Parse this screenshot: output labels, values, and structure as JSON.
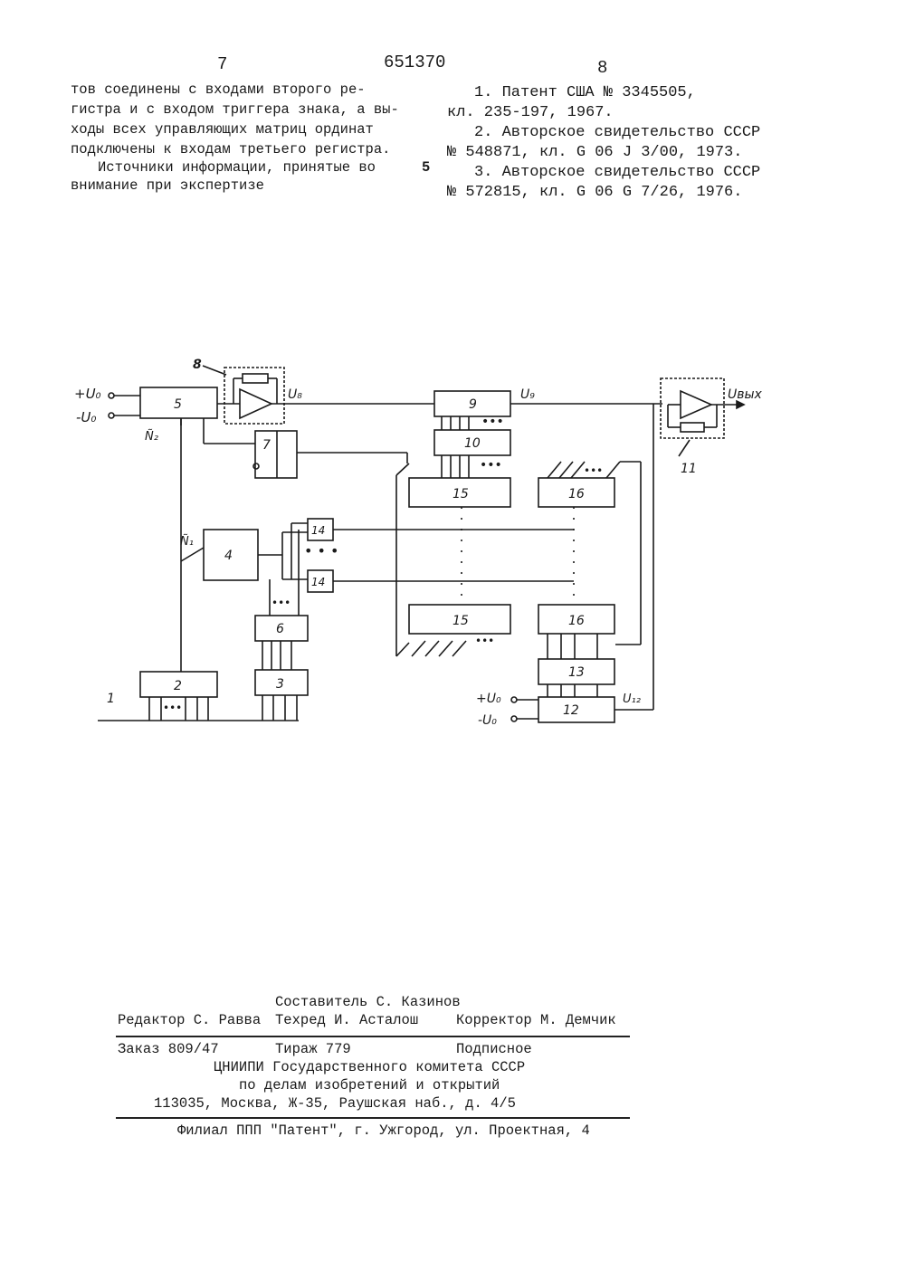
{
  "header": {
    "page_left": "7",
    "patent_number": "651370",
    "page_right": "8",
    "line_marker": "5"
  },
  "left_column": {
    "lines": [
      "тов   соединены с входами второго ре-",
      "гистра и с входом триггера знака, а вы-",
      "ходы всех управляющих матриц ординат",
      "подключены к входам третьего регистра.",
      "Источники информации, принятые во",
      "внимание при экспертизе"
    ]
  },
  "right_column": {
    "lines": [
      "1. Патент США № 3345505,",
      "кл. 235-197, 1967.",
      "2. Авторское свидетельство СССР",
      "№ 548871, кл. G 06 J 3/00, 1973.",
      "3.  Авторское свидетельство СССР",
      "№ 572815, кл. G 06 G 7/26, 1976."
    ]
  },
  "diagram": {
    "block_labels": {
      "b2": "2",
      "b3": "3",
      "b4": "4",
      "b5": "5",
      "b6": "6",
      "b7": "7",
      "b9": "9",
      "b10": "10",
      "b12": "12",
      "b13": "13",
      "b14a": "14",
      "b14b": "14",
      "b15a": "15",
      "b15b": "15",
      "b16a": "16",
      "b16b": "16"
    },
    "callouts": {
      "c1": "1",
      "c8": "8",
      "c11": "11"
    },
    "signals": {
      "plus_u0_top": "+U₀",
      "minus_u0_top": "-U₀",
      "u8": "U₈",
      "u9": "U₉",
      "u_out": "Uвых",
      "n2": "Ñ₂",
      "n1": "Ñ₁",
      "plus_u0_bottom": "+U₀",
      "minus_u0_bottom": "-U₀",
      "u12": "U₁₂"
    }
  },
  "imprint": {
    "compiler": "Составитель С. Казинов",
    "editor": "Редактор С. Равва",
    "techred": "Техред И. Асталош",
    "corrector": "Корректор М. Демчик",
    "order": "Заказ 809/47",
    "circulation": "Тираж 779",
    "subscription": "Подписное",
    "org_line1": "ЦНИИПИ Государственного комитета СССР",
    "org_line2": "по делам изобретений и открытий",
    "address": "113035, Москва, Ж-35, Раушская наб., д. 4/5",
    "branch": "Филиал ППП \"Патент\", г. Ужгород, ул. Проектная, 4"
  }
}
